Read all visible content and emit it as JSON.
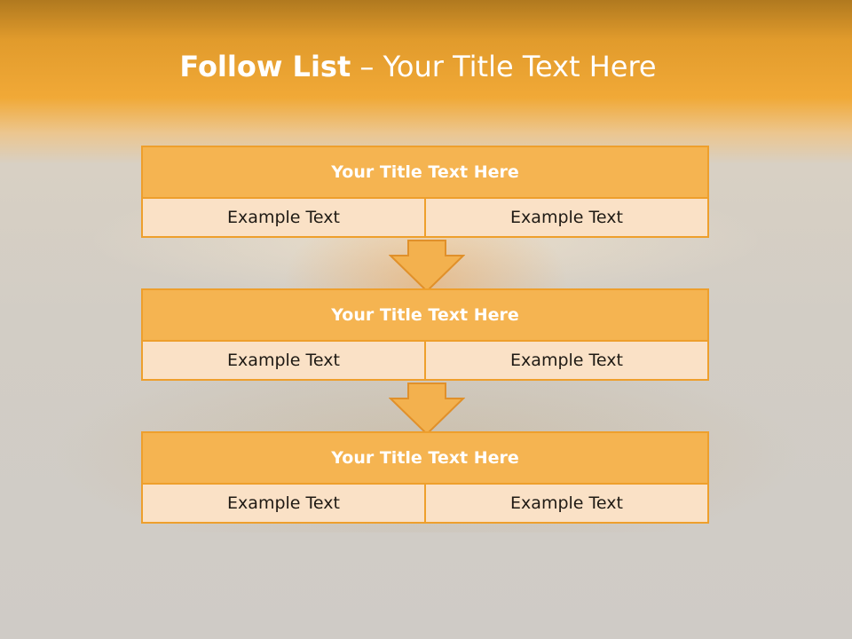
{
  "slide": {
    "title_bold": "Follow List",
    "title_rest": "– Your Title Text Here"
  },
  "steps": [
    {
      "title": "Your Title Text Here",
      "left": "Example Text",
      "right": "Example Text"
    },
    {
      "title": "Your Title Text Here",
      "left": "Example Text",
      "right": "Example Text"
    },
    {
      "title": "Your Title Text Here",
      "left": "Example Text",
      "right": "Example Text"
    }
  ],
  "colors": {
    "accent": "#ee9f2c",
    "header_fill": "#f5b451",
    "cell_fill": "#fae1c6",
    "arrow_fill": "#f3b14e"
  },
  "icons": [
    "down-arrow-icon",
    "down-arrow-icon"
  ]
}
